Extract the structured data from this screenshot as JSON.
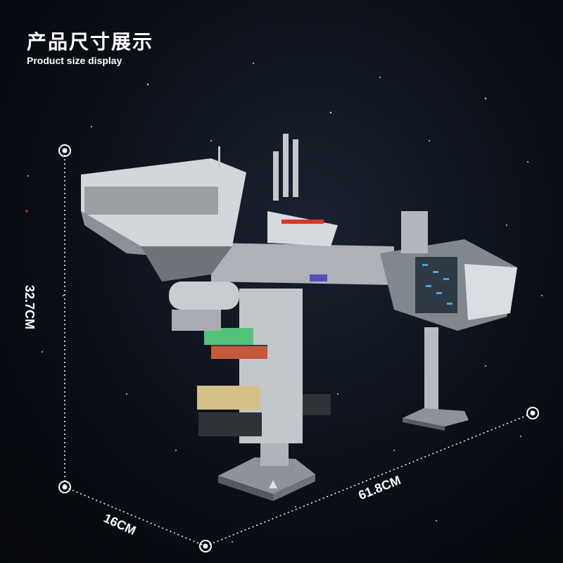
{
  "header": {
    "title_zh": "产品尺寸展示",
    "title_en": "Product size display"
  },
  "dimensions": {
    "height": "32.7CM",
    "depth": "16CM",
    "width": "61.8CM"
  },
  "colors": {
    "background": "#0b0f17",
    "text": "#ffffff",
    "hull": "#cfd3d8",
    "accent_red": "#d9372a",
    "accent_blue": "#4aa3d6"
  }
}
